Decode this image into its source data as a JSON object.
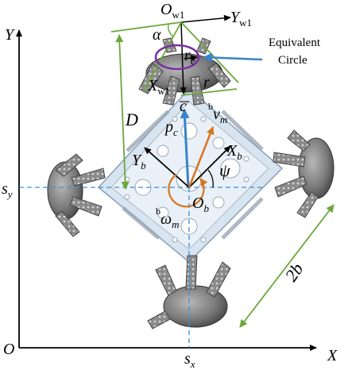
{
  "labels": {
    "Y_axis": "Y",
    "X_axis": "X",
    "origin": "O",
    "s": "s",
    "y_sub": "y",
    "x_sub": "x",
    "O_w1": "O",
    "w1_sub": "w1",
    "Y": "Y",
    "X": "X",
    "b_sub": "b",
    "alpha": "α",
    "r": "r",
    "e_sub": "e",
    "c": "c",
    "b_pre": "b",
    "p": "p",
    "v": "v",
    "m_sub": "m",
    "psi": "ψ",
    "omega": "ω",
    "D": "D",
    "two_b": "2b",
    "equivalent_circle": "Equivalent Circle",
    "equivalent_line1": "Equivalent",
    "equivalent_line2": "Circle"
  },
  "colors": {
    "axis": "#000000",
    "dashed": "#3b8fd6",
    "green": "#6aa83a",
    "blue_arrow": "#3a83c8",
    "orange": "#d8741f",
    "purple": "#7a2fa3",
    "body": "#c9d8e8",
    "feet": "#707070"
  }
}
